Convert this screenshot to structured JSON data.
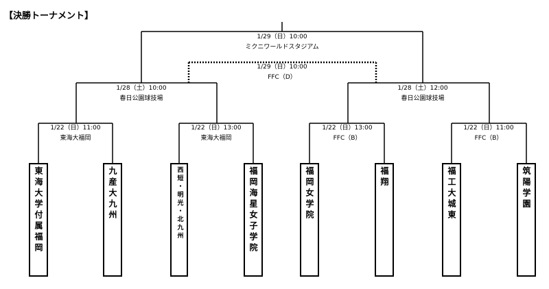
{
  "title": "【決勝トーナメント】",
  "matches": {
    "final": {
      "date": "1/29（日）10:00",
      "venue": "ミクニワールドスタジアム"
    },
    "third_place": {
      "date": "1/29（日）10:00",
      "venue": "FFC（D）"
    },
    "semi_left": {
      "date": "1/28（土）10:00",
      "venue": "春日公園球技場"
    },
    "semi_right": {
      "date": "1/28（土）12:00",
      "venue": "春日公園球技場"
    },
    "qf1": {
      "date": "1/22（日）11:00",
      "venue": "東海大福岡"
    },
    "qf2": {
      "date": "1/22（日）13:00",
      "venue": "東海大福岡"
    },
    "qf3": {
      "date": "1/22（日）13:00",
      "venue": "FFC（B）"
    },
    "qf4": {
      "date": "1/22（日）11:00",
      "venue": "FFC（B）"
    }
  },
  "teams": [
    "東海大学付属福岡",
    "九産大九州",
    "西短・明光・北九州",
    "福岡海星女子学院",
    "福岡女学院",
    "福翔",
    "福工大城東",
    "筑陽学園"
  ]
}
